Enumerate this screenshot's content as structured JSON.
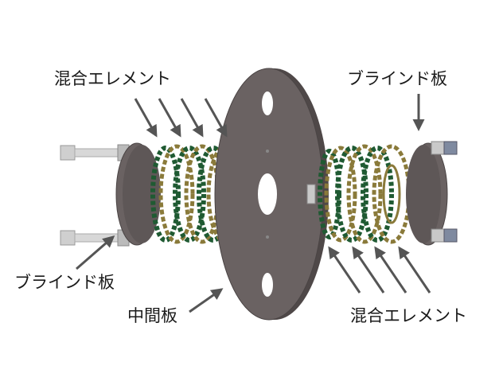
{
  "labels": {
    "mixing_element_top": "混合エレメント",
    "blind_plate_top_right": "ブラインド板",
    "blind_plate_left": "ブラインド板",
    "intermediate_plate": "中間板",
    "mixing_element_bottom": "混合エレメント"
  },
  "colors": {
    "plate": "#6a6262",
    "plate_edge": "#4a4444",
    "element_green": "#1f5a32",
    "element_olive": "#8a7a3a",
    "bolt": "#c8c8c8",
    "arrow": "#555555"
  }
}
